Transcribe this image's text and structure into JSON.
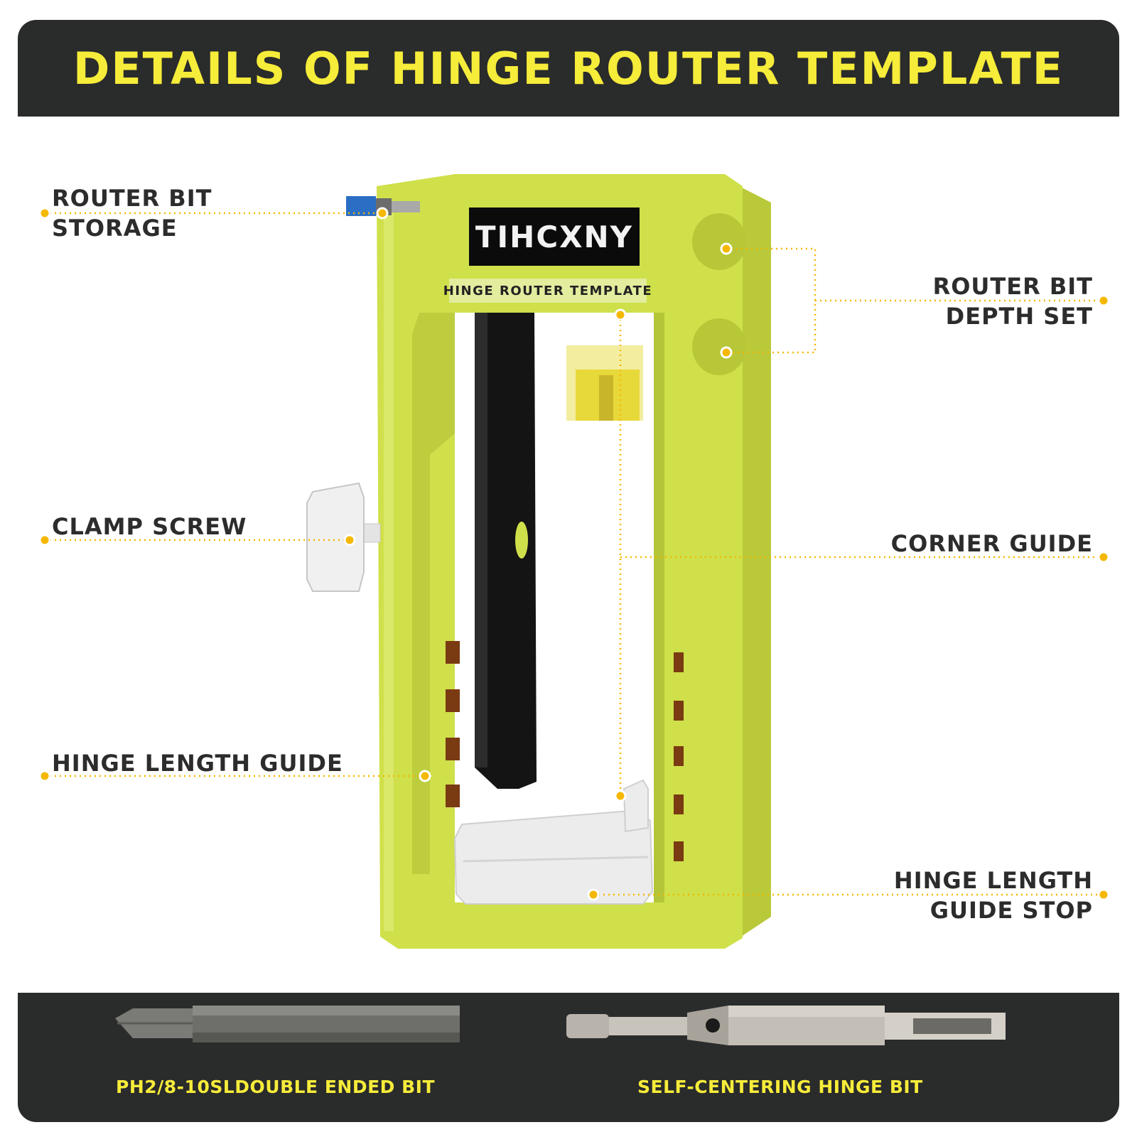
{
  "banner": {
    "title": "DETAILS OF HINGE ROUTER TEMPLATE"
  },
  "product": {
    "brand": "TIHCXNY",
    "subtitle": "HINGE ROUTER TEMPLATE"
  },
  "callouts": {
    "router_bit_storage": "ROUTER BIT\nSTORAGE",
    "router_bit_depth_set": "ROUTER BIT\nDEPTH SET",
    "clamp_screw": "CLAMP SCREW",
    "corner_guide": "CORNER GUIDE",
    "hinge_length_guide": "HINGE LENGTH GUIDE",
    "hinge_length_guide_stop": "HINGE LENGTH\nGUIDE STOP"
  },
  "bits": {
    "double_ended": "PH2/8-10SLDOUBLE ENDED BIT",
    "self_centering": "SELF-CENTERING HINGE BIT"
  },
  "colors": {
    "banner_bg": "#2a2b2b",
    "accent_yellow": "#f6ec3a",
    "template_green": "#cfe04a",
    "leader_dot": "#f5b800"
  }
}
